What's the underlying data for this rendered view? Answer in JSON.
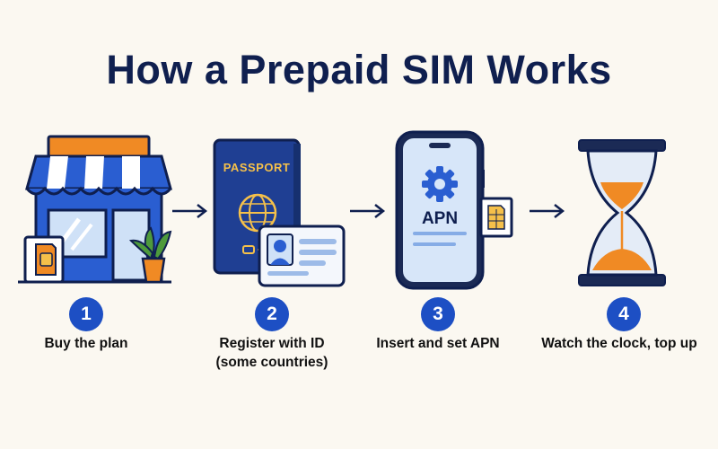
{
  "title": "How a Prepaid SIM Works",
  "colors": {
    "navy": "#0f1f4f",
    "blue": "#1d4fc4",
    "light_blue": "#cfe1f7",
    "orange": "#f08a24",
    "background": "#fbf8f1"
  },
  "steps": [
    {
      "number": "1",
      "label": "Buy the plan",
      "icon": "shop-icon"
    },
    {
      "number": "2",
      "label": "Register with ID\n(some countries)",
      "icon": "passport-icon"
    },
    {
      "number": "3",
      "label": "Insert and set APN",
      "icon": "phone-apn-icon"
    },
    {
      "number": "4",
      "label": "Watch the clock, top up",
      "icon": "hourglass-icon"
    }
  ],
  "passport_text": "PASSPORT",
  "apn_text": "APN"
}
